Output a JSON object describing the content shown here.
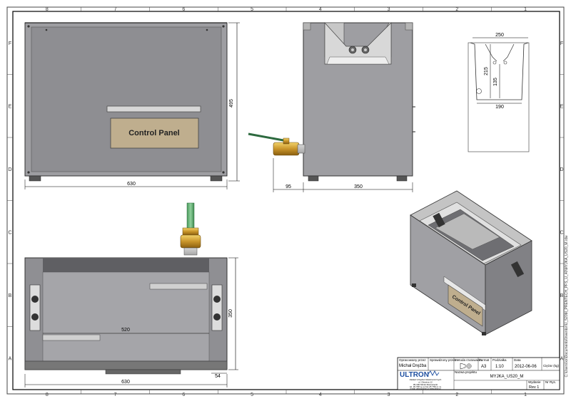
{
  "sheet": {
    "columns": [
      "8",
      "7",
      "6",
      "5",
      "4",
      "3",
      "2",
      "1"
    ],
    "rows": [
      "F",
      "E",
      "D",
      "C",
      "B",
      "A"
    ]
  },
  "front_view": {
    "panel_label": "Control Panel",
    "dim_width": "630",
    "dim_height": "495"
  },
  "side_view": {
    "dim_valve": "95",
    "dim_depth": "350"
  },
  "section_view": {
    "dim_top": "250",
    "dim_height": "215",
    "dim_mid": "135",
    "dim_bottom": "190"
  },
  "top_view": {
    "dim_width": "630",
    "dim_inner": "520",
    "dim_depth": "350",
    "dim_small": "54"
  },
  "iso_view": {
    "panel_label": "Control Panel"
  },
  "title_block": {
    "drawn_label": "Opracowany przez",
    "drawn_name": "Michał Drężba",
    "checked_label": "Sprawdzony przez",
    "method_label": "Metoda rzutowania",
    "format_label": "Format",
    "format_value": "A3",
    "scale_label": "Podziałka",
    "scale_value": "1:10",
    "date_label": "Data",
    "date_value": "2012-06-06",
    "mass_label": "Ciężar (kg)",
    "title_label": "Nazwa projektu",
    "title_value": "MYJKA_US20_M",
    "company": "ULTRON",
    "company_sub": "Zakład Urządzeń Elektronicznych",
    "company_addr1": "ul. Okrężna 12",
    "company_addr2": "05-300 Mińsk Mazowiecki",
    "company_addr3": "tel. 25 758 xx xx  fax 25 758 xx xx",
    "company_addr4": "e-mail: ultron@ultron.pl  www.ultron.pl",
    "edition_label": "Wydanie",
    "edition_value": "Rev 1",
    "sheet_no_label": "Nr Rys."
  },
  "file_path": "C:\\Users\\xx\\Documents\\Inventor\\U_520M_PRENTECH_PFS_U_40\\MYJKA_US20_M.idw"
}
